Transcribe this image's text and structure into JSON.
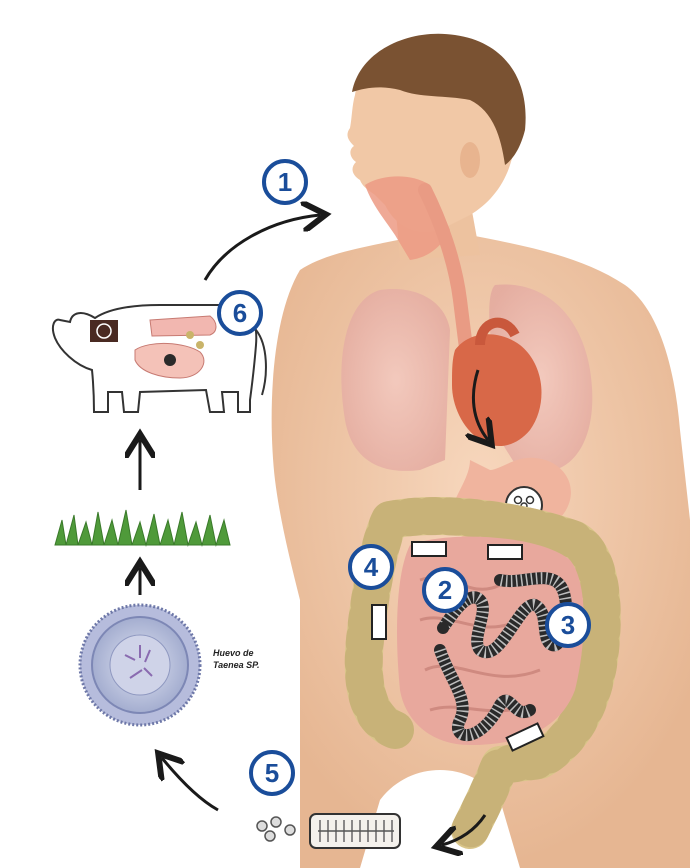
{
  "diagram": {
    "steps": [
      {
        "number": "1"
      },
      {
        "number": "2"
      },
      {
        "number": "3"
      },
      {
        "number": "4"
      },
      {
        "number": "5"
      },
      {
        "number": "6"
      }
    ],
    "egg_label_line1": "Huevo de",
    "egg_label_line2": "Taenea SP."
  },
  "colors": {
    "badge_blue": "#1a4d9a",
    "skin": "#f2c9a8",
    "organ_pink": "#e9a39a",
    "intestine": "#e6a9a0",
    "colon": "#d9c58a",
    "grass": "#4f9a3a",
    "arrow": "#1a1a1a"
  }
}
